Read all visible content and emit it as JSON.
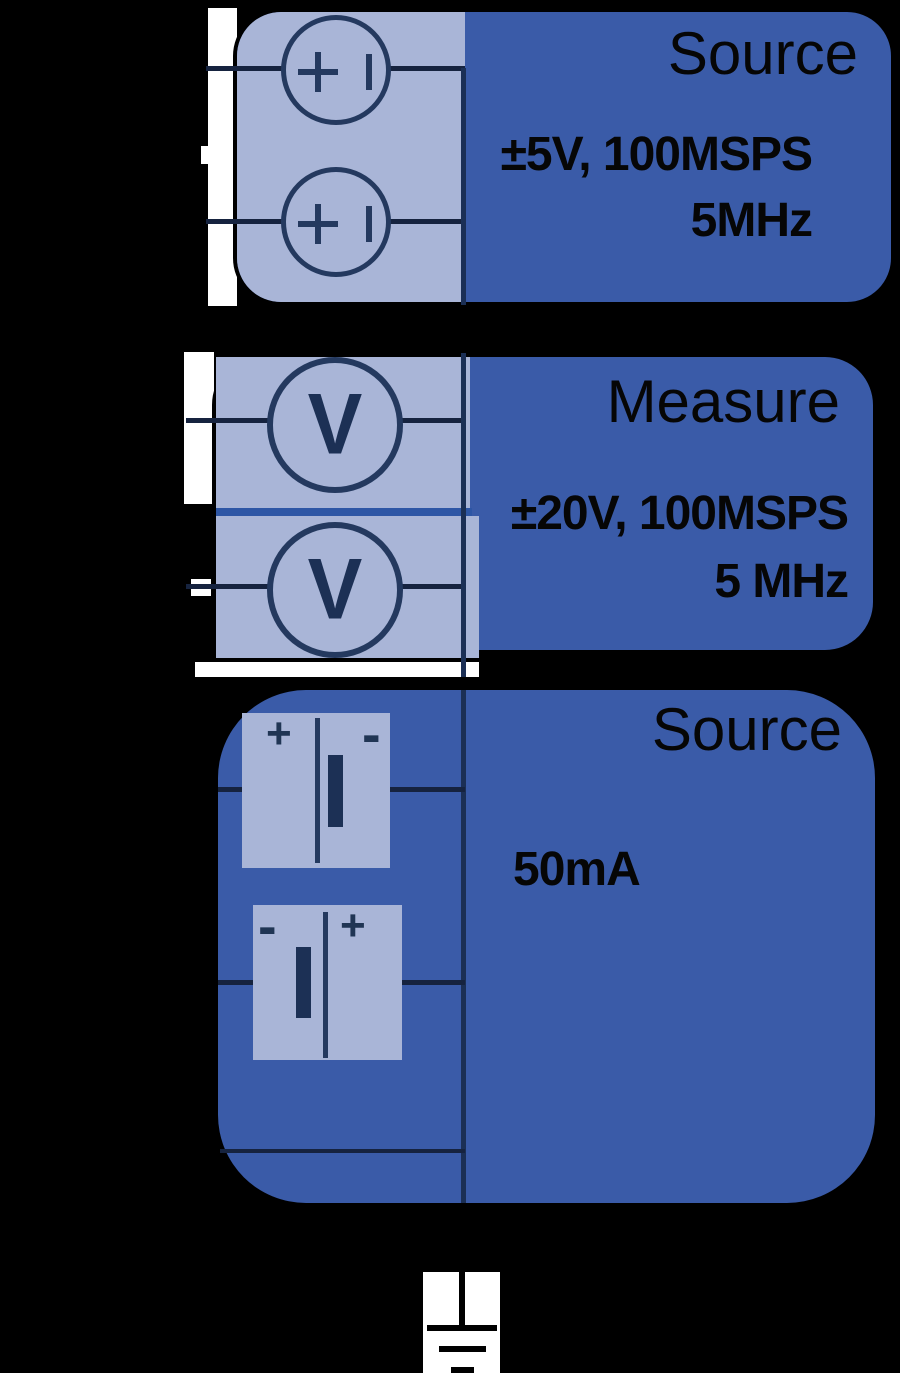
{
  "colors": {
    "background": "#000000",
    "box_fill": "#3a5ba8",
    "panel_fill": "#a9b5d7",
    "symbol_stroke": "#24395f",
    "wire": "#16233f",
    "divider_band": "#2e56a5",
    "text": "#060606",
    "slide_white": "#ffffff"
  },
  "blocks": [
    {
      "title": "Source",
      "specs": [
        "±5V, 100MSPS",
        "5MHz"
      ],
      "symbols": {
        "type": "current-source",
        "count": 2,
        "plus_sign": "+"
      }
    },
    {
      "title": "Measure",
      "specs": [
        "±20V, 100MSPS",
        "5 MHz"
      ],
      "symbols": {
        "type": "voltmeter",
        "count": 2,
        "label": "V"
      }
    },
    {
      "title": "Source",
      "specs": [
        "50mA"
      ],
      "symbols": {
        "type": "battery",
        "count": 2,
        "battery1": {
          "left_sign": "+",
          "right_sign": "-"
        },
        "battery2": {
          "left_sign": "-",
          "right_sign": "+"
        }
      }
    }
  ],
  "ground": {
    "type": "earth-ground-symbol"
  }
}
